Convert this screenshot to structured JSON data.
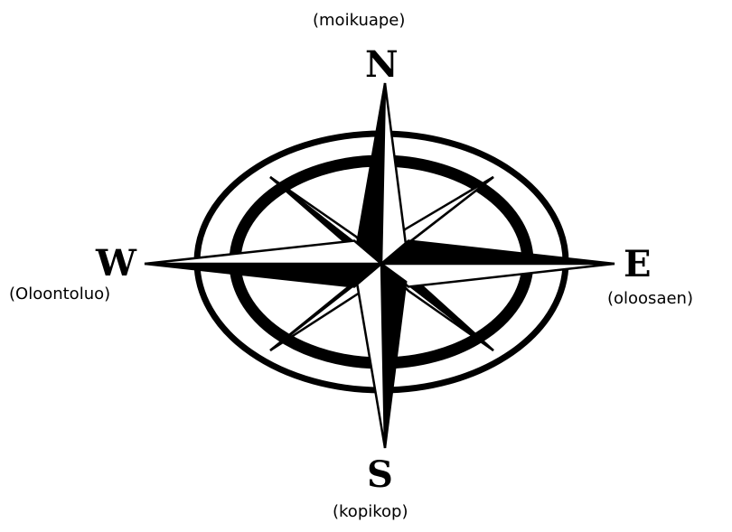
{
  "compass": {
    "north": {
      "letter": "N",
      "label": "(moikuape)"
    },
    "south": {
      "letter": "S",
      "label": "(kopikop)"
    },
    "east": {
      "letter": "E",
      "label": "(oloosaen)"
    },
    "west": {
      "letter": "W",
      "label": "(Oloontoluo)"
    }
  },
  "colors": {
    "ink": "#000000",
    "paper": "#ffffff"
  }
}
